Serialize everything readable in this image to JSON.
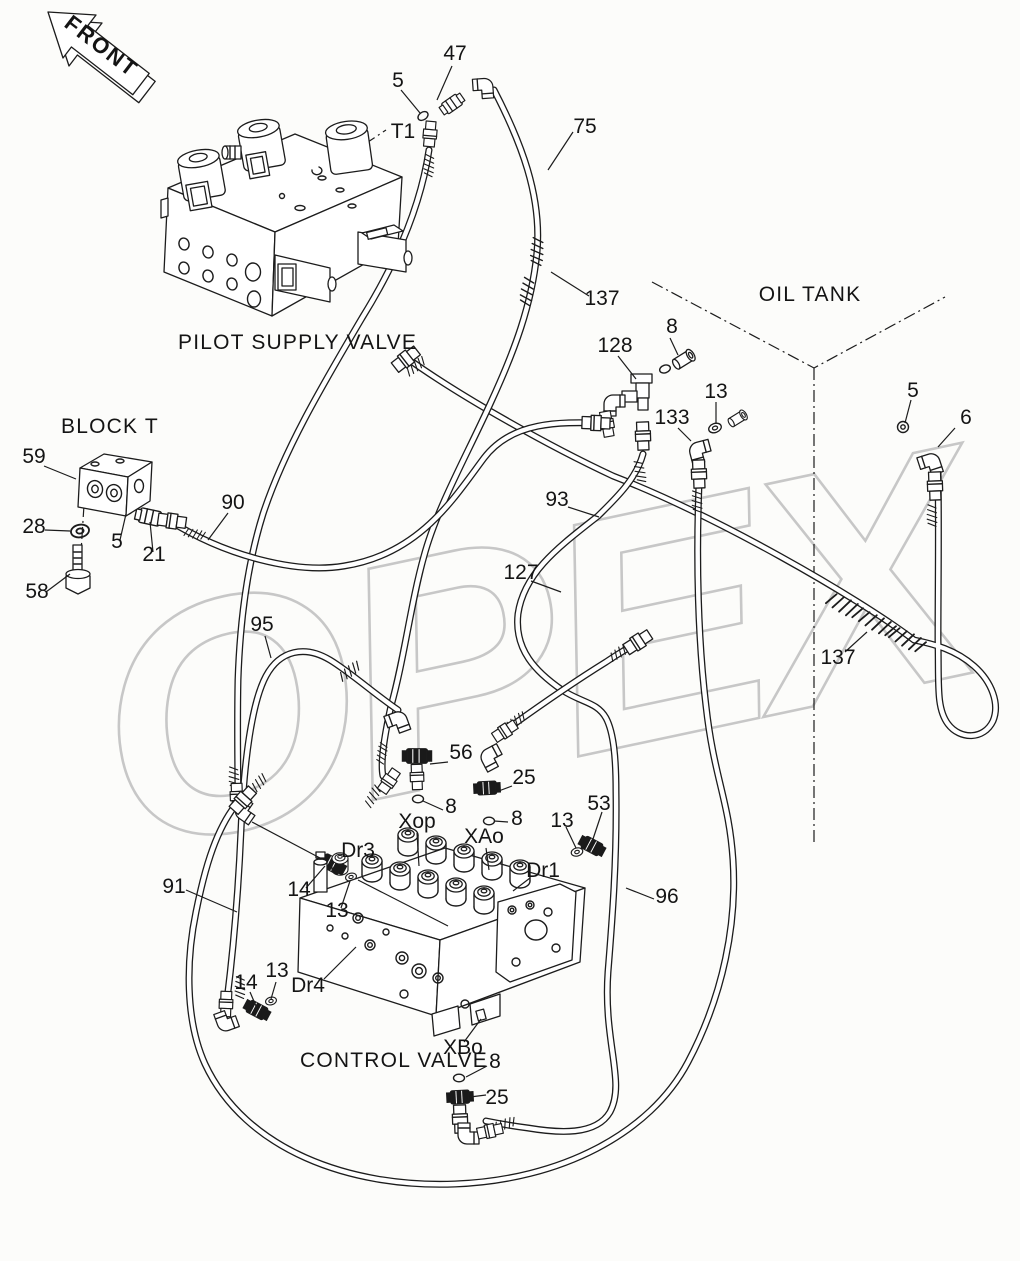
{
  "watermark": {
    "text": "OPEX",
    "color": "#c7c7c7"
  },
  "colors": {
    "line": "#1c1c1c",
    "background": "#fcfcfa"
  },
  "titles": {
    "front_arrow": "FRONT",
    "pilot_supply_valve": "PILOT SUPPLY VALVE",
    "oil_tank": "OIL TANK",
    "block_t": "BLOCK  T",
    "control_valve": "CONTROL VALVE"
  },
  "labels": [
    {
      "id": "part-47",
      "text": "47"
    },
    {
      "id": "part-5-top",
      "text": "5"
    },
    {
      "id": "port-t1",
      "text": "T1"
    },
    {
      "id": "part-75",
      "text": "75"
    },
    {
      "id": "part-137-top",
      "text": "137"
    },
    {
      "id": "part-128",
      "text": "128"
    },
    {
      "id": "part-8-oiltank",
      "text": "8"
    },
    {
      "id": "part-13-oiltank",
      "text": "13"
    },
    {
      "id": "part-133",
      "text": "133"
    },
    {
      "id": "part-5-right",
      "text": "5"
    },
    {
      "id": "part-6",
      "text": "6"
    },
    {
      "id": "part-137-right",
      "text": "137"
    },
    {
      "id": "part-59",
      "text": "59"
    },
    {
      "id": "part-28",
      "text": "28"
    },
    {
      "id": "part-5-blockt",
      "text": "5"
    },
    {
      "id": "part-21",
      "text": "21"
    },
    {
      "id": "part-90",
      "text": "90"
    },
    {
      "id": "part-58",
      "text": "58"
    },
    {
      "id": "part-93",
      "text": "93"
    },
    {
      "id": "part-127",
      "text": "127"
    },
    {
      "id": "part-95",
      "text": "95"
    },
    {
      "id": "part-56",
      "text": "56"
    },
    {
      "id": "part-25-mid",
      "text": "25"
    },
    {
      "id": "part-8-xop",
      "text": "8"
    },
    {
      "id": "port-xop",
      "text": "Xop"
    },
    {
      "id": "part-8-xao",
      "text": "8"
    },
    {
      "id": "port-xao",
      "text": "XAo"
    },
    {
      "id": "part-13-53",
      "text": "13"
    },
    {
      "id": "part-53",
      "text": "53"
    },
    {
      "id": "port-dr3",
      "text": "Dr3"
    },
    {
      "id": "part-14-dr3",
      "text": "14"
    },
    {
      "id": "part-13-dr3",
      "text": "13"
    },
    {
      "id": "port-dr1",
      "text": "Dr1"
    },
    {
      "id": "part-91",
      "text": "91"
    },
    {
      "id": "part-96",
      "text": "96"
    },
    {
      "id": "part-14-dr4",
      "text": "14"
    },
    {
      "id": "part-13-dr4",
      "text": "13"
    },
    {
      "id": "port-dr4",
      "text": "Dr4"
    },
    {
      "id": "port-xbo",
      "text": "XBo"
    },
    {
      "id": "part-8-xbo",
      "text": "8"
    },
    {
      "id": "part-25-bottom",
      "text": "25"
    }
  ]
}
